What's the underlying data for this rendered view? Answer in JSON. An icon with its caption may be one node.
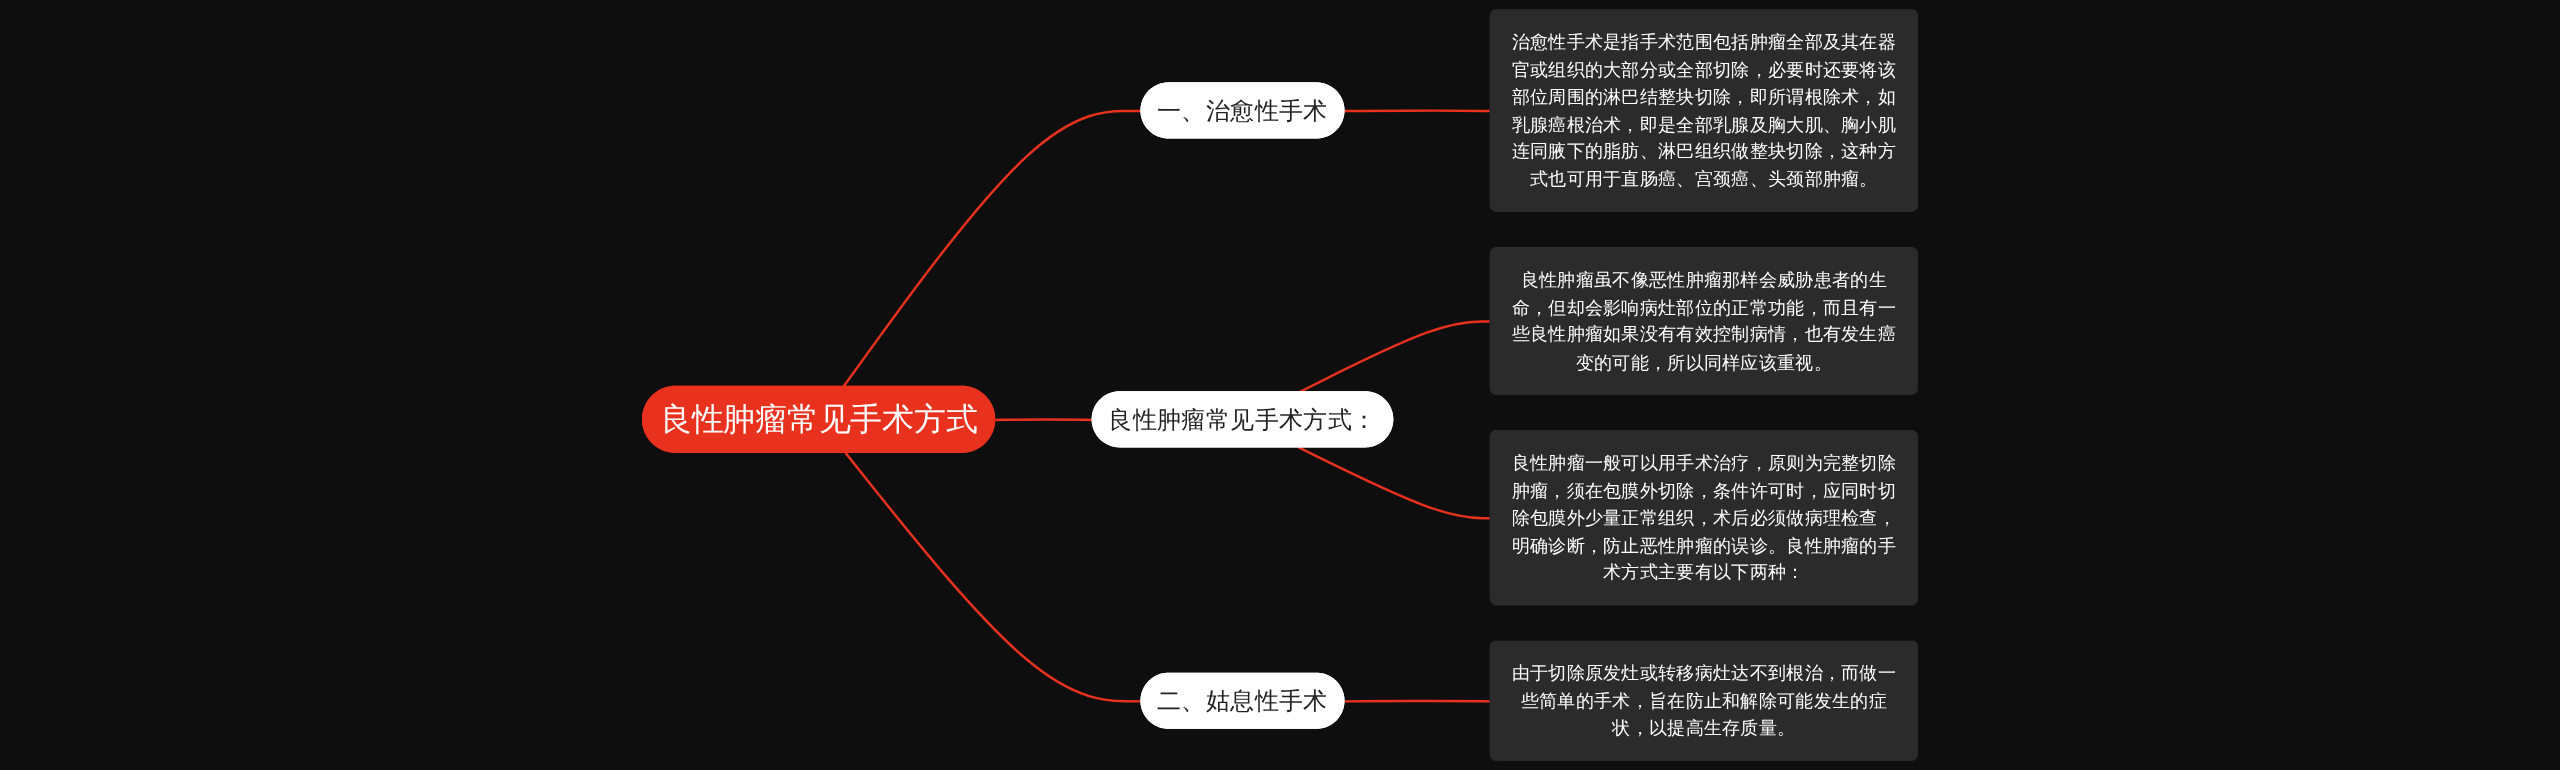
{
  "diagram": {
    "nodes": [
      {
        "text": [
          "良性肿瘤常见手术方式"
        ]
      },
      {
        "text": [
          "一、治愈性手术"
        ]
      },
      {
        "text": [
          "治愈性手术是指手术范围包括肿瘤全部及其在器官或组织的大部分或全部切除，必要时还要将该部位周围的淋巴结整块切除，即所谓根除术，如乳腺癌根治术，即是全部乳腺及胸大肌、胸小肌连同腋下的脂肪、淋巴组织做整块切除，这种方式也可用于直肠癌、宫颈癌、头颈部肿瘤。"
        ]
      },
      {
        "text": [
          "良性肿瘤常见手术方式："
        ]
      },
      {
        "text": [
          "良性肿瘤虽不像恶性肿瘤那样会威胁患者的生命，但却会影响病灶部位的正常功能，而且有一些良性肿瘤如果没有有效控制病情，也有发生癌变的可能，所以同样应该重视。"
        ]
      },
      {
        "text": [
          "良性肿瘤一般可以用手术治疗，原则为完整切除肿瘤，须在包膜外切除，条件许可时，应同时切除包膜外少量正常组织，术后必须做病理检查，明确诊断，防止恶性肿瘤的误诊。良性肿瘤的手术方式主要有以下两种："
        ]
      },
      {
        "text": [
          "二、姑息性手术"
        ]
      },
      {
        "text": [
          "由于切除原发灶或转移病灶达不到根治，而做一些简单的手术，旨在防止和解除可能发生的症状，以提高生存质量。"
        ]
      }
    ],
    "edges": [
      {
        "from": 0,
        "to": 1,
        "arrow": "none"
      },
      {
        "from": 1,
        "to": 2,
        "arrow": "none"
      },
      {
        "from": 0,
        "to": 3,
        "arrow": "none"
      },
      {
        "from": 3,
        "to": 4,
        "arrow": "none"
      },
      {
        "from": 3,
        "to": 5,
        "arrow": "none"
      },
      {
        "from": 0,
        "to": 6,
        "arrow": "none"
      },
      {
        "from": 6,
        "to": 7,
        "arrow": "none"
      }
    ]
  }
}
